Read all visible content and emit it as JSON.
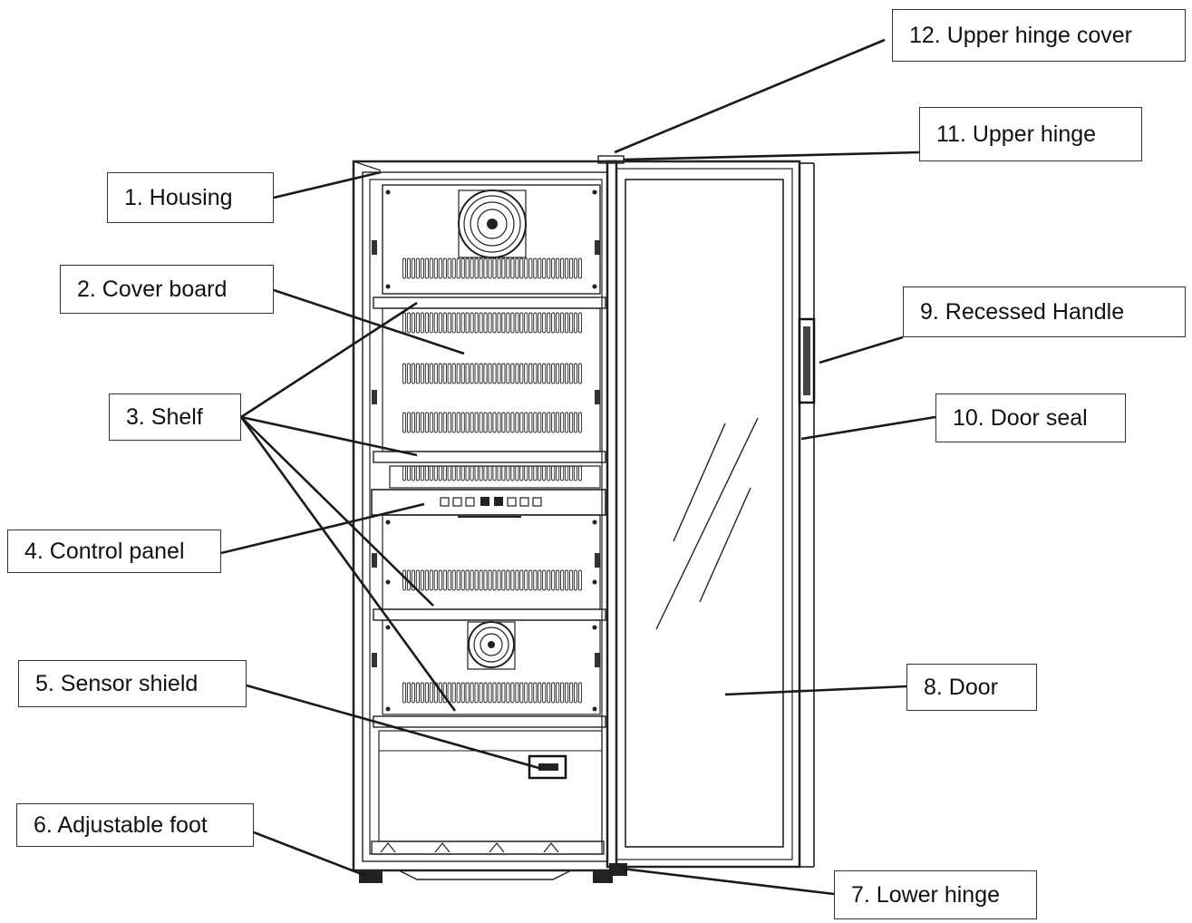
{
  "labels": [
    {
      "id": "housing",
      "text": "1. Housing"
    },
    {
      "id": "cover-board",
      "text": "2. Cover board"
    },
    {
      "id": "shelf",
      "text": "3. Shelf"
    },
    {
      "id": "control-panel",
      "text": "4. Control panel"
    },
    {
      "id": "sensor-shield",
      "text": "5. Sensor shield"
    },
    {
      "id": "adjustable-foot",
      "text": "6. Adjustable foot"
    },
    {
      "id": "lower-hinge",
      "text": "7. Lower hinge"
    },
    {
      "id": "door",
      "text": "8. Door"
    },
    {
      "id": "recessed-handle",
      "text": "9. Recessed Handle"
    },
    {
      "id": "door-seal",
      "text": "10. Door seal"
    },
    {
      "id": "upper-hinge",
      "text": "11. Upper hinge"
    },
    {
      "id": "upper-hinge-cover",
      "text": "12. Upper hinge cover"
    }
  ]
}
